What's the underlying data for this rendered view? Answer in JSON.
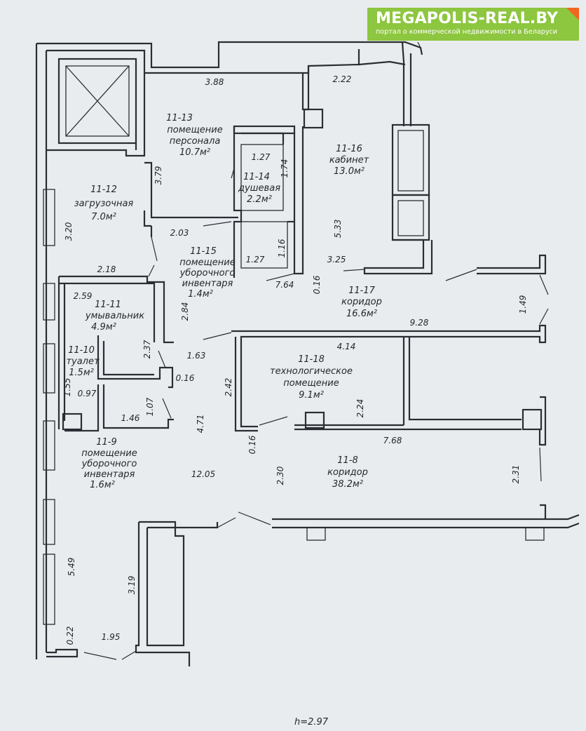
{
  "logo": {
    "title": "MEGAPOLIS-REAL.BY",
    "tagline": "портал о коммерческой недвижимости в Беларуси",
    "color": "#8dc63f",
    "accent": "#f26522"
  },
  "rooms": [
    {
      "id": "11-13",
      "lines": [
        "помещение",
        "персонала",
        "10.7м²"
      ]
    },
    {
      "id": "11-14",
      "lines": [
        "душевая",
        "2.2м²"
      ]
    },
    {
      "id": "11-16",
      "lines": [
        "кабинет",
        "13.0м²"
      ]
    },
    {
      "id": "11-12",
      "lines": [
        "загрузочная",
        "7.0м²"
      ]
    },
    {
      "id": "11-15",
      "lines": [
        "помещение",
        "уборочного",
        "инвентаря",
        "1.4м²"
      ]
    },
    {
      "id": "11-17",
      "lines": [
        "коридор",
        "16.6м²"
      ]
    },
    {
      "id": "11-11",
      "lines": [
        "умывальник",
        "4.9м²"
      ]
    },
    {
      "id": "11-10",
      "lines": [
        "туалет",
        "1.5м²"
      ]
    },
    {
      "id": "11-18",
      "lines": [
        "технологическое",
        "помещение",
        "9.1м²"
      ]
    },
    {
      "id": "11-9",
      "lines": [
        "помещение",
        "уборочного",
        "инвентаря",
        "1.6м²"
      ]
    },
    {
      "id": "11-8",
      "lines": [
        "коридор",
        "38.2м²"
      ]
    }
  ],
  "dimensions": [
    "3.88",
    "2.22",
    "1.27",
    "1.74",
    "3.79",
    "3.20",
    "5.33",
    "2.03",
    "1.16",
    "1.27",
    "2.18",
    "3.25",
    "7.64",
    "0.16",
    "1.49",
    "2.59",
    "2.84",
    "9.28",
    "2.37",
    "1.63",
    "4.14",
    "2.42",
    "0.16",
    "2.24",
    "1.55",
    "0.97",
    "1.07",
    "1.46",
    "4.71",
    "0.16",
    "7.68",
    "2.30",
    "2.31",
    "12.05",
    "5.49",
    "3.19",
    "0.22",
    "1.95"
  ],
  "height_label": "h=2.97"
}
